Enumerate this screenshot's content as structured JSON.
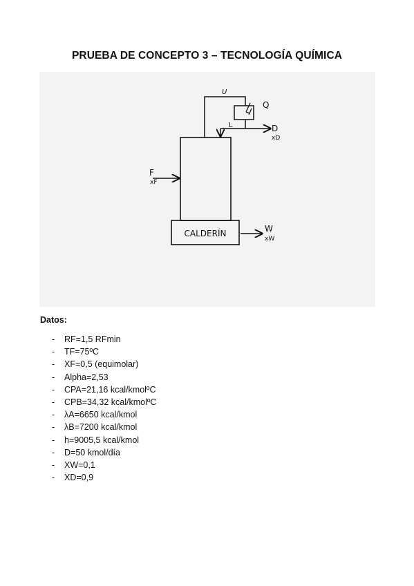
{
  "title": "PRUEBA DE CONCEPTO 3 – TECNOLOGÍA QUÍMICA",
  "diagram": {
    "stream_top": "U",
    "condenser_heat": "Q",
    "reflux": "L",
    "distillate": "D",
    "distillate_comp": "xD",
    "feed": "F",
    "feed_comp": "xF",
    "reboiler": "CALDERÍN",
    "bottoms": "W",
    "bottoms_comp": "xW"
  },
  "datos": {
    "label": "Datos:",
    "bullet": "-",
    "items": [
      "RF=1,5 RFmin",
      "TF=75ºC",
      "XF=0,5 (equimolar)",
      "Alpha=2,53",
      "CPA=21,16 kcal/kmolºC",
      "CPB=34,32 kcal/kmolºC",
      "λA=6650 kcal/kmol",
      "λB=7200 kcal/kmol",
      "h=9005,5 kcal/kmol",
      "D=50 kmol/día",
      "XW=0,1",
      "XD=0,9"
    ]
  }
}
